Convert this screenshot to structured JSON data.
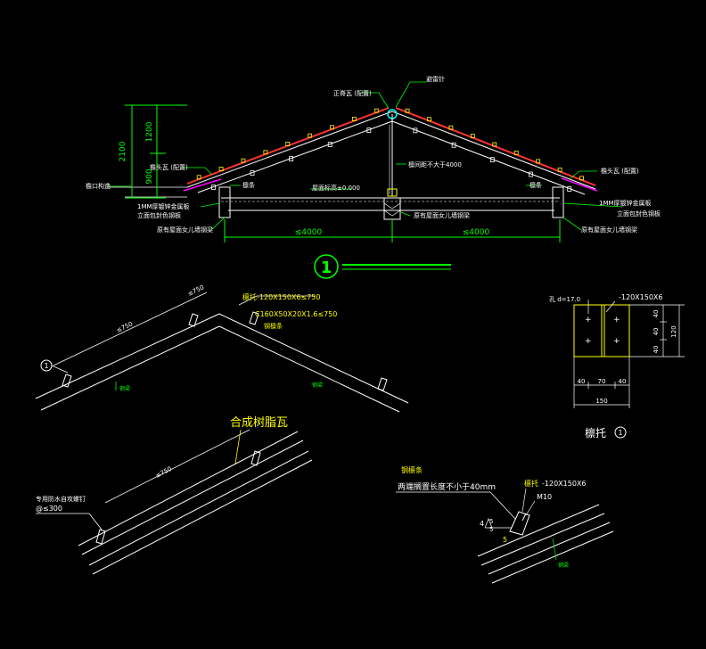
{
  "colors": {
    "background": "#000000",
    "line": "#ffffff",
    "dimension": "#00ff00",
    "annotation": "#ffff00",
    "roof_tile": "#ff3333",
    "tile_marks": "#ffff00",
    "membrane": "#ff00ff",
    "ridge": "#00ffff",
    "blue": "#3a6bff"
  },
  "section": {
    "labels": {
      "ridge_tile": "正脊瓦 (配置)",
      "top_note": "避雷针",
      "left_eave_tile": "檐头瓦 (配置)",
      "right_eave_tile": "檐头瓦 (配置)",
      "left_gutter": "檐口构造",
      "purlin_left": "檩条",
      "purlin_right": "檩条",
      "ridge_post": "檩间距不大于4000",
      "floor_level": "屋面标高±0.000",
      "left_flashing": "1MM厚镀锌金属板",
      "left_flashing_2": "立面包封色钢板",
      "right_flashing": "1MM厚镀锌金属板",
      "right_flashing_2": "立面包封色钢板",
      "left_beam": "原有屋面女儿墙钢梁",
      "center_beam": "原有屋面女儿墙钢梁",
      "right_beam": "原有屋面女儿墙钢梁"
    },
    "dims": {
      "total_height": "2100",
      "upper_height": "1200",
      "lower_height": "900",
      "left_span": "≤4000",
      "right_span": "≤4000"
    },
    "ref_number": "1"
  },
  "detail_left": {
    "label_1": "檩托-120X150X6≤750",
    "label_2": "C160X50X20X1.6≤750",
    "label_3": "钢檩条",
    "dim_1": "≤750",
    "dim_2": "≤750",
    "callout": "1",
    "tag_left": "钢梁",
    "tag_right": "钢梁"
  },
  "detail_middle": {
    "title": "合成树脂瓦",
    "dim": "≤750",
    "screw_label": "专用防水自攻螺钉",
    "screw_spacing": "@≤300"
  },
  "bracket": {
    "hole_note": "孔 d=17.0",
    "plate_label": "-120X150X6",
    "dims_right": [
      "40",
      "40",
      "40"
    ],
    "dim_right_total": "120",
    "dims_bottom": [
      "40",
      "70",
      "40"
    ],
    "dim_bottom_total": "150",
    "title": "檩托",
    "title_number": "1"
  },
  "detail_right": {
    "purlin_label": "钢檩条",
    "overlap_note": "两端搁置长度不小于40mm",
    "bracket_label": "檩托",
    "bracket_spec": "-120X150X6",
    "bolt": "M10",
    "weld_a": "4",
    "weld_b": "5",
    "weld_c": "5",
    "weld_d": "5",
    "beam_tag": "钢梁"
  }
}
